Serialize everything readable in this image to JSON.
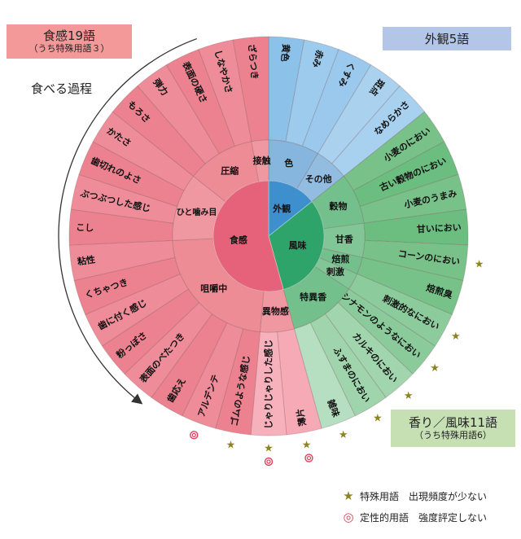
{
  "boxes": {
    "texture": {
      "title": "食感19語",
      "sub": "（うち特殊用語３）"
    },
    "appearance": {
      "title": "外観5語"
    },
    "flavor": {
      "title": "香り／風味11語",
      "sub": "（うち特殊用語6）"
    }
  },
  "process_label": "食べる過程",
  "legend": {
    "star_label": "特殊用語　出現頻度が少ない",
    "circle_label": "定性的用語　強度評定しない"
  },
  "colors": {
    "appearance_inner": "#3d8fce",
    "appearance_mid": "#86b6de",
    "appearance_outer": "#8cc2ea",
    "flavor_inner": "#2ea46a",
    "flavor_mid": "#74c08c",
    "flavor_outer": "#6cbd80",
    "texture_inner": "#e6627a",
    "texture_mid": "#ee8c96",
    "texture_outer": "#ec8290",
    "foreign_outer": "#f5aab6",
    "star": "#8c8420",
    "circle": "#e0405a"
  },
  "categories": [
    {
      "id": "appearance",
      "label": "外観",
      "from": 0,
      "to": 4
    },
    {
      "id": "flavor",
      "label": "風味",
      "from": 5,
      "to": 15
    },
    {
      "id": "texture",
      "label": "食感",
      "from": 16,
      "to": 34
    }
  ],
  "groups": [
    {
      "label": "色",
      "from": 0,
      "to": 2,
      "cat": "appearance"
    },
    {
      "label": "その他",
      "from": 3,
      "to": 4,
      "cat": "appearance"
    },
    {
      "label": "穀物",
      "from": 5,
      "to": 7,
      "cat": "flavor"
    },
    {
      "label": "甘香",
      "from": 8,
      "to": 9,
      "cat": "flavor"
    },
    {
      "label": "焙煎",
      "from": 10,
      "to": 10,
      "cat": "flavor"
    },
    {
      "label": "刺激",
      "from": 11,
      "to": 11,
      "cat": "flavor"
    },
    {
      "label": "特異香",
      "from": 12,
      "to": 15,
      "cat": "flavor"
    },
    {
      "label": "異物感",
      "from": 16,
      "to": 17,
      "cat": "texture"
    },
    {
      "label": "咀嚼中",
      "from": 18,
      "to": 25,
      "cat": "texture"
    },
    {
      "label": "ひと噛み目",
      "from": 26,
      "to": 29,
      "cat": "texture"
    },
    {
      "label": "圧縮",
      "from": 30,
      "to": 33,
      "cat": "texture"
    },
    {
      "label": "接触",
      "from": 34,
      "to": 34,
      "cat": "texture"
    }
  ],
  "terms": [
    {
      "label": "黄色",
      "cat": "appearance"
    },
    {
      "label": "赤み",
      "cat": "appearance"
    },
    {
      "label": "くすみ",
      "cat": "appearance"
    },
    {
      "label": "斑点",
      "cat": "appearance"
    },
    {
      "label": "なめらかさ",
      "cat": "appearance"
    },
    {
      "label": "小麦のにおい",
      "cat": "flavor"
    },
    {
      "label": "古い穀物のにおい",
      "cat": "flavor"
    },
    {
      "label": "小麦のうまみ",
      "cat": "flavor"
    },
    {
      "label": "甘いにおい",
      "cat": "flavor"
    },
    {
      "label": "コーンのにおい",
      "cat": "flavor",
      "star": true
    },
    {
      "label": "焙煎臭",
      "cat": "flavor"
    },
    {
      "label": "刺激的なにおい",
      "cat": "flavor",
      "star": true
    },
    {
      "label": "シナモンのようなにおい",
      "cat": "flavor",
      "star": true
    },
    {
      "label": "カルキのにおい",
      "cat": "flavor",
      "star": true
    },
    {
      "label": "ふすまのにおい",
      "cat": "flavor",
      "star": true
    },
    {
      "label": "雑味",
      "cat": "flavor",
      "star": true
    },
    {
      "label": "薄片",
      "cat": "texture",
      "foreign": true,
      "star": true,
      "circle": true
    },
    {
      "label": "じゃりじゃりした感じ",
      "cat": "texture",
      "foreign": true,
      "star": true,
      "circle": true
    },
    {
      "label": "ゴムのような感じ",
      "cat": "texture",
      "star": true
    },
    {
      "label": "アルデンテ",
      "cat": "texture",
      "circle": true
    },
    {
      "label": "歯応え",
      "cat": "texture"
    },
    {
      "label": "表面のべたつき",
      "cat": "texture"
    },
    {
      "label": "粉っぽさ",
      "cat": "texture"
    },
    {
      "label": "歯に付く感じ",
      "cat": "texture"
    },
    {
      "label": "くちゃつき",
      "cat": "texture"
    },
    {
      "label": "粘性",
      "cat": "texture"
    },
    {
      "label": "こし",
      "cat": "texture"
    },
    {
      "label": "ぶつぶつした感じ",
      "cat": "texture"
    },
    {
      "label": "歯切れのよさ",
      "cat": "texture"
    },
    {
      "label": "かたさ",
      "cat": "texture"
    },
    {
      "label": "もろさ",
      "cat": "texture"
    },
    {
      "label": "弾力",
      "cat": "texture"
    },
    {
      "label": "表面の硬さ",
      "cat": "texture"
    },
    {
      "label": "しなやかさ",
      "cat": "texture"
    },
    {
      "label": "ざらつき",
      "cat": "texture"
    }
  ]
}
